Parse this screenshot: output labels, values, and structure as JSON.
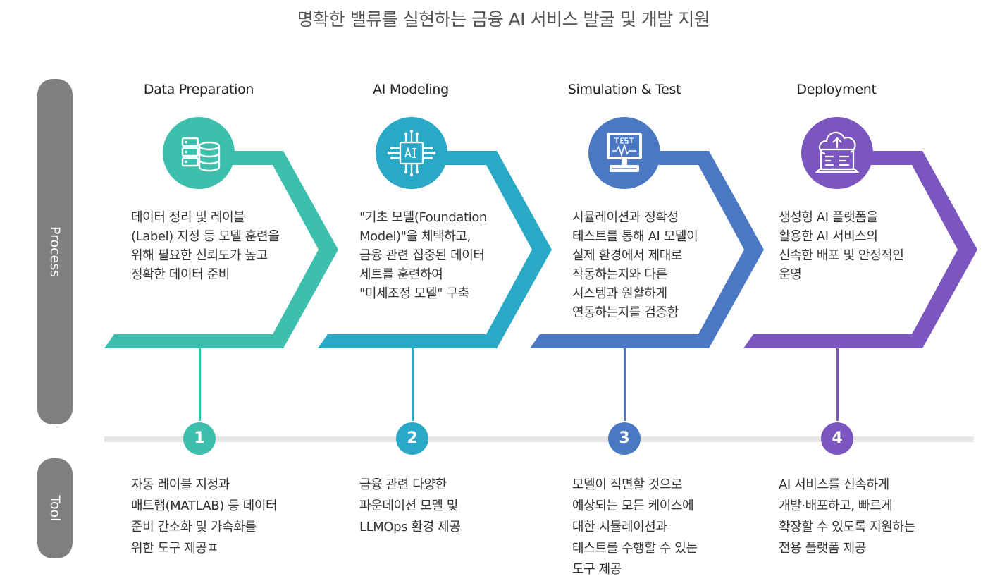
{
  "title": "명확한 밸류를 실현하는 금융 AI 서비스 발굴 및 개발 지원",
  "labels": {
    "process": "Process",
    "tool": "Tool"
  },
  "steps": [
    {
      "title": "Data Preparation",
      "number": "1",
      "color": "#3dbfae",
      "icon": "database-server-icon",
      "desc": "데이터 정리 및 레이블\n(Label) 지정 등 모델 훈련을\n위해 필요한 신뢰도가 높고\n정확한 데이터 준비",
      "tool": "자동 레이블 지정과\n매트랩(MATLAB) 등 데이터\n준비 간소화 및 가속화를\n위한 도구 제공ㅍ"
    },
    {
      "title": "AI Modeling",
      "number": "2",
      "color": "#2aa9c7",
      "icon": "ai-chip-icon",
      "desc": "\"기초 모델(Foundation\nModel)\"을 체택하고,\n금융 관련 집중된 데이터\n세트를 훈련하여\n\"미세조정 모델\" 구축",
      "tool": "금융 관련 다양한\n파운데이션 모델 및\nLLMOps 환경 제공"
    },
    {
      "title": "Simulation & Test",
      "number": "3",
      "color": "#4a78c2",
      "icon": "test-monitor-icon",
      "desc": "시뮬레이션과 정확성\n테스트를 통해 AI 모델이\n실제 환경에서 제대로\n작동하는지와 다른\n시스템과 원활하게\n연동하는지를 검증함",
      "tool": "모델이 직면할 것으로\n예상되는 모든 케이스에\n대한 시뮬레이션과\n테스트를 수행할 수 있는\n도구 제공"
    },
    {
      "title": "Deployment",
      "number": "4",
      "color": "#7b56bf",
      "icon": "cloud-deploy-icon",
      "desc": "생성형 AI 플랫폼을\n활용한 AI 서비스의\n신속한 배포 및 안정적인\n운영",
      "tool": "AI 서비스를 신속하게\n개발·배포하고, 빠르게\n확장할 수 있도록 지원하는\n전용 플랫폼 제공"
    }
  ]
}
